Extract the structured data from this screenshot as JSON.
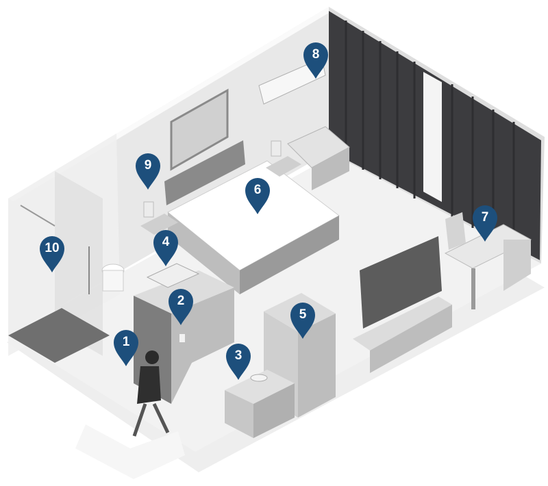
{
  "colors": {
    "marker": "#1d4f7c",
    "floor": "#f2f2f2",
    "wall": "#e6e6e6",
    "curtain": "#3c3c3f",
    "furniture": "#c8c8c8",
    "dark_furniture": "#6b6b6b"
  },
  "markers": [
    {
      "id": "1",
      "label": "1",
      "name": "entrance"
    },
    {
      "id": "2",
      "label": "2",
      "name": "door-key-slot"
    },
    {
      "id": "3",
      "label": "3",
      "name": "bedside-basket-table"
    },
    {
      "id": "4",
      "label": "4",
      "name": "bathroom-sink"
    },
    {
      "id": "5",
      "label": "5",
      "name": "wardrobe"
    },
    {
      "id": "6",
      "label": "6",
      "name": "bed"
    },
    {
      "id": "7",
      "label": "7",
      "name": "desk"
    },
    {
      "id": "8",
      "label": "8",
      "name": "air-conditioner"
    },
    {
      "id": "9",
      "label": "9",
      "name": "bedside-lamp"
    },
    {
      "id": "10",
      "label": "10",
      "name": "shower"
    }
  ]
}
